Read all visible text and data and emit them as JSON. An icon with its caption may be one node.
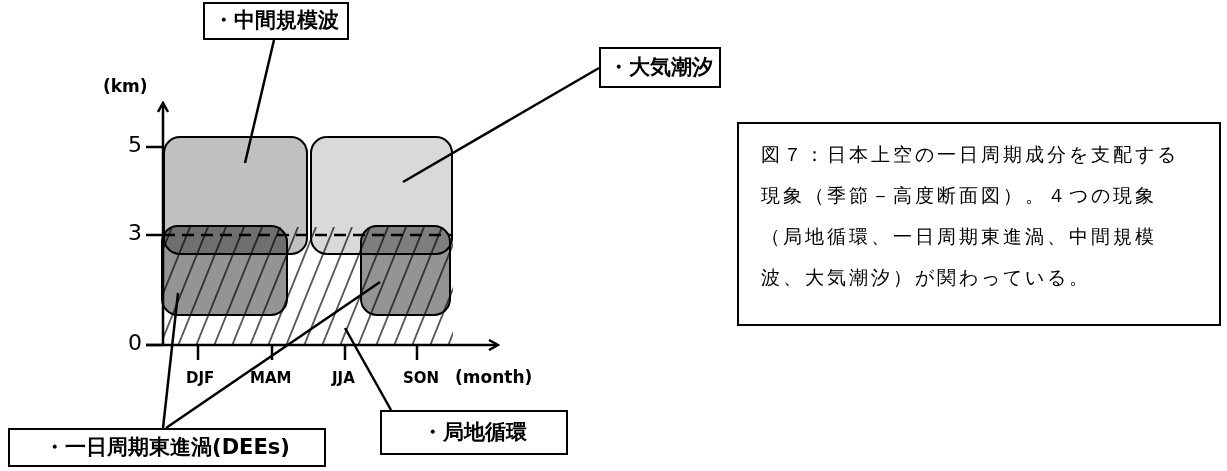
{
  "diagram": {
    "nodes": [
      {
        "text": [
          "・中間規模波"
        ]
      },
      {
        "text": [
          "・大気潮汐"
        ]
      },
      {
        "text": [
          "図７：日本上空の一日周期成分を支配する現象（季節－高度断面図）。４つの現象（局地循環、一日周期東進渦、中間規模波、大気潮汐）が関わっている。"
        ]
      },
      {
        "text": [],
        "shape": "box"
      },
      {
        "text": [],
        "shape": "box"
      },
      {
        "text": [],
        "shape": "box",
        "in": 7
      },
      {
        "text": [],
        "shape": "box",
        "in": 7
      },
      {
        "text": [],
        "shape": "box"
      },
      {
        "text": [
          "・一日周期東進渦(DEEs)"
        ]
      },
      {
        "text": [
          "・局地循環"
        ]
      }
    ],
    "edges": [
      {
        "from": 0,
        "to": 3,
        "arrow": "none"
      },
      {
        "from": 1,
        "to": 4,
        "arrow": "none"
      },
      {
        "from": 8,
        "to": 5,
        "arrow": "none"
      },
      {
        "from": 8,
        "to": 6,
        "arrow": "none"
      },
      {
        "from": 9,
        "to": 7,
        "arrow": "none"
      }
    ],
    "labels": [
      "(km)",
      "5",
      "3",
      "0",
      "DJF",
      "MAM",
      "JJA",
      "SON",
      "(month)"
    ]
  }
}
